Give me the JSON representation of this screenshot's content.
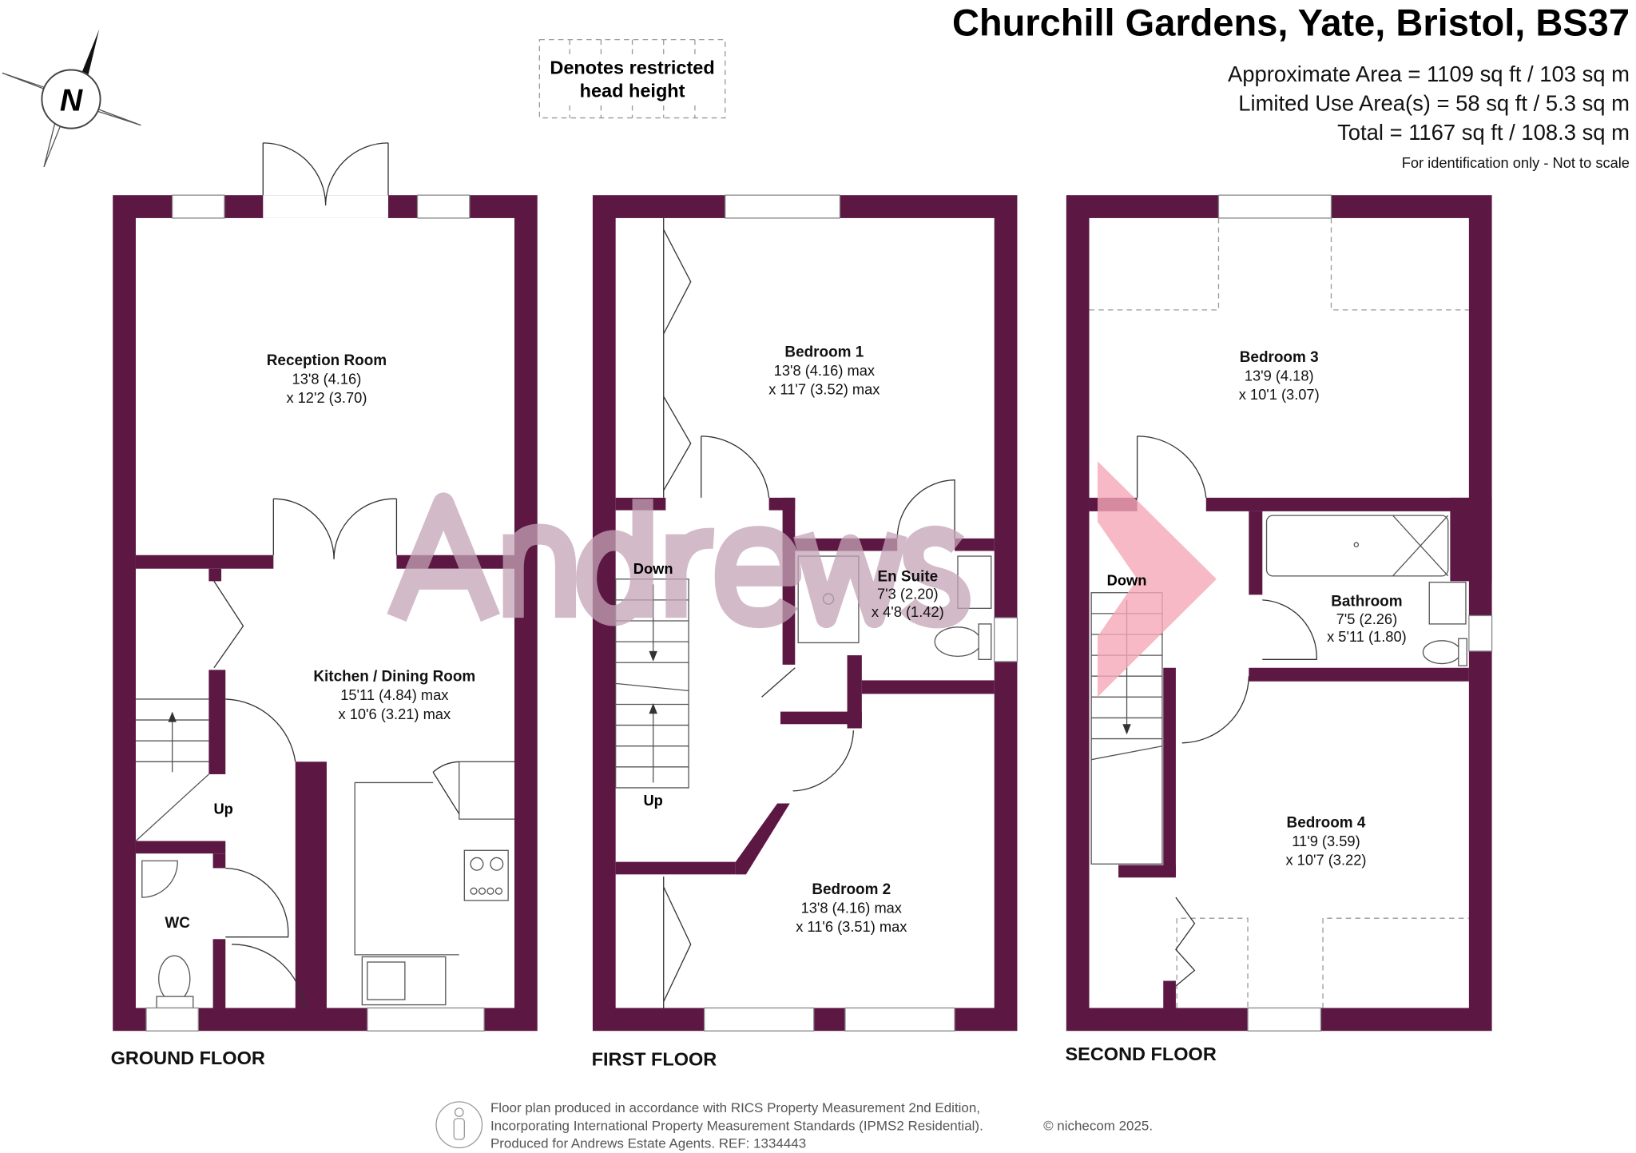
{
  "header": {
    "title": "Churchill Gardens, Yate, Bristol, BS37",
    "areas": [
      "Approximate Area = 1109 sq ft / 103 sq m",
      "Limited Use Area(s) = 58 sq ft / 5.3 sq m",
      "Total = 1167 sq ft / 108.3 sq m"
    ],
    "disclaimer": "For identification only - Not to scale"
  },
  "legend": {
    "line1": "Denotes restricted",
    "line2": "head height"
  },
  "compass": {
    "label": "N"
  },
  "watermark": "Andrews",
  "colors": {
    "wall": "#5c1743",
    "watermark": "#c4a3b6",
    "arrow": "#f4a7b6"
  },
  "floors": {
    "ground": {
      "label": "GROUND FLOOR",
      "rooms": [
        {
          "name": "Reception Room",
          "dim1": "13'8 (4.16)",
          "dim2": "x 12'2 (3.70)"
        },
        {
          "name": "Kitchen / Dining Room",
          "dim1": "15'11 (4.84) max",
          "dim2": "x 10'6 (3.21) max"
        },
        {
          "name": "WC"
        }
      ],
      "stairs": "Up"
    },
    "first": {
      "label": "FIRST FLOOR",
      "rooms": [
        {
          "name": "Bedroom 1",
          "dim1": "13'8 (4.16) max",
          "dim2": "x 11'7 (3.52) max"
        },
        {
          "name": "En Suite",
          "dim1": "7'3 (2.20)",
          "dim2": "x 4'8 (1.42)"
        },
        {
          "name": "Bedroom 2",
          "dim1": "13'8 (4.16) max",
          "dim2": "x 11'6 (3.51) max"
        }
      ],
      "stairs_down": "Down",
      "stairs_up": "Up"
    },
    "second": {
      "label": "SECOND FLOOR",
      "rooms": [
        {
          "name": "Bedroom 3",
          "dim1": "13'9 (4.18)",
          "dim2": "x 10'1 (3.07)"
        },
        {
          "name": "Bathroom",
          "dim1": "7'5 (2.26)",
          "dim2": "x 5'11 (1.80)"
        },
        {
          "name": "Bedroom 4",
          "dim1": "11'9 (3.59)",
          "dim2": "x 10'7 (3.22)"
        }
      ],
      "stairs_down": "Down"
    }
  },
  "footer": {
    "line1": "Floor plan produced in accordance with RICS Property Measurement 2nd Edition,",
    "line2": "Incorporating International Property Measurement Standards (IPMS2 Residential).",
    "copyright": "© nichecom 2025.",
    "line3": "Produced for  Andrews Estate Agents.   REF: 1334443"
  }
}
